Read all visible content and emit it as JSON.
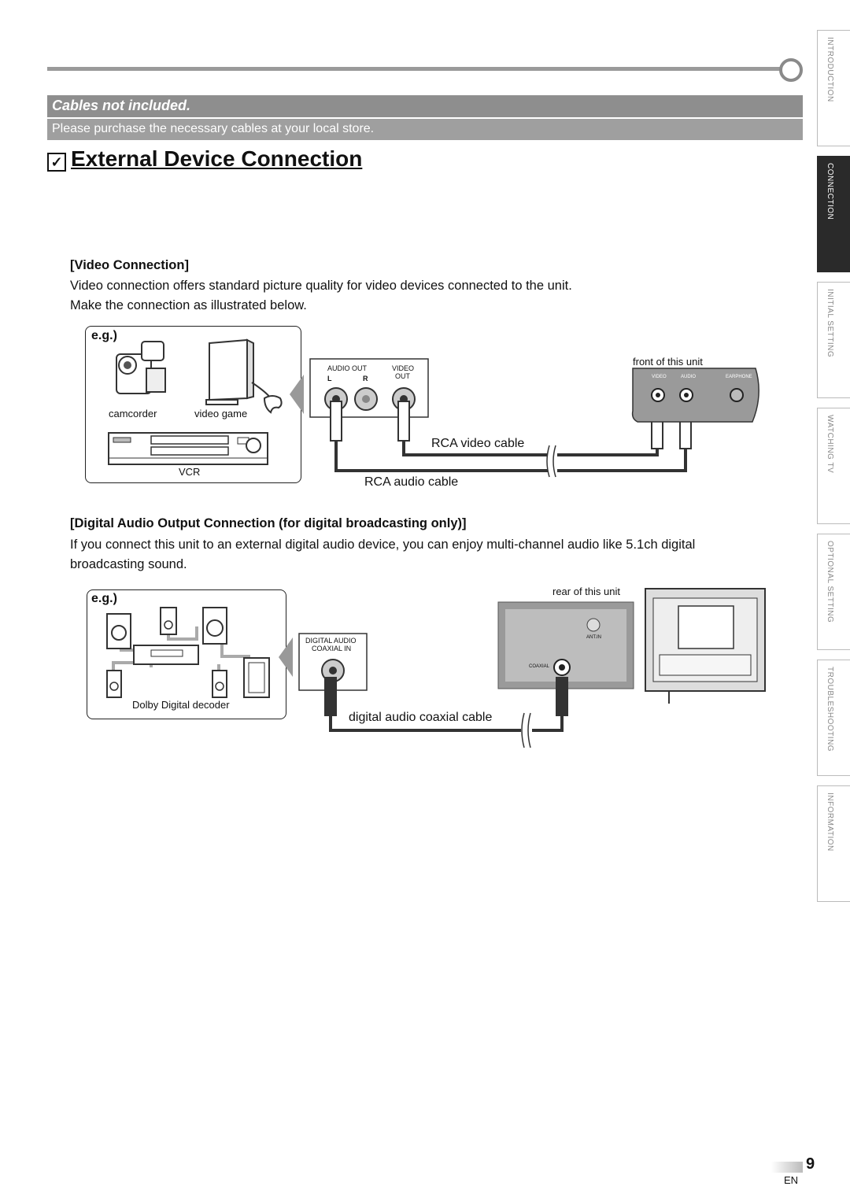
{
  "header": {
    "cables_title": "Cables not included.",
    "purchase_note": "Please purchase the necessary cables at your local store.",
    "page_title": "External Device Connection",
    "checkbox_glyph": "✓"
  },
  "side_tabs": [
    {
      "label": "INTRODUCTION",
      "active": false
    },
    {
      "label": "CONNECTION",
      "active": true
    },
    {
      "label": "INITIAL SETTING",
      "active": false
    },
    {
      "label": "WATCHING TV",
      "active": false
    },
    {
      "label": "OPTIONAL SETTING",
      "active": false
    },
    {
      "label": "TROUBLESHOOTING",
      "active": false
    },
    {
      "label": "INFORMATION",
      "active": false
    }
  ],
  "video_section": {
    "title": "[Video Connection]",
    "line1": "Video connection offers standard picture quality for video devices connected to the unit.",
    "line2": "Make the connection as illustrated below.",
    "eg": "e.g.)",
    "device_camcorder": "camcorder",
    "device_game": "video game",
    "device_vcr": "VCR",
    "jack_audio_out": "AUDIO OUT",
    "jack_l": "L",
    "jack_r": "R",
    "jack_video_out_1": "VIDEO",
    "jack_video_out_2": "OUT",
    "front_label": "front of this unit",
    "front_video": "VIDEO",
    "front_audio": "AUDIO",
    "front_earphone": "EARPHONE",
    "cable_video": "RCA video cable",
    "cable_audio": "RCA audio cable"
  },
  "digital_section": {
    "title": "[Digital Audio Output Connection (for digital broadcasting only)]",
    "line1": "If you connect this unit to an external digital audio device, you can enjoy multi-channel audio like 5.1ch digital",
    "line2": "broadcasting sound.",
    "eg": "e.g.)",
    "decoder_label": "Dolby Digital decoder",
    "jack_line1": "DIGITAL AUDIO",
    "jack_line2": "COAXIAL IN",
    "rear_label": "rear of this unit",
    "ant_in": "ANT.IN",
    "coaxial": "COAXIAL",
    "cable": "digital audio coaxial cable"
  },
  "footer": {
    "page_number": "9",
    "language": "EN"
  }
}
